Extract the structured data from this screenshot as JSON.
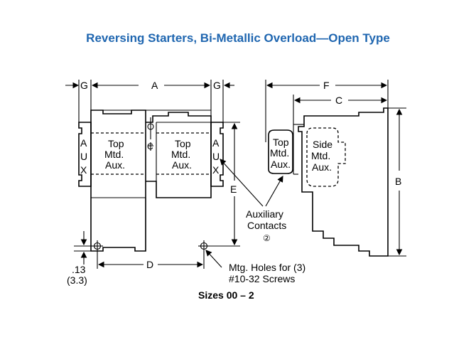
{
  "title": "Reversing Starters, Bi-Metallic Overload—Open Type",
  "dimensions": {
    "G": "G",
    "A": "A",
    "F": "F",
    "C": "C",
    "B": "B",
    "E": "E",
    "D": "D"
  },
  "aux_letters": [
    "A",
    "U",
    "X"
  ],
  "centerline_symbol": "C",
  "top_aux_label": [
    "Top",
    "Mtd.",
    "Aux."
  ],
  "side_aux_label": [
    "Side",
    "Mtd.",
    "Aux."
  ],
  "auxiliary_contacts": [
    "Auxiliary",
    "Contacts"
  ],
  "note_ref": "②",
  "clearance": [
    ".13",
    "(3.3)"
  ],
  "mounting": [
    "Mtg. Holes for (3)",
    "#10-32 Screws"
  ],
  "caption": "Sizes 00 – 2"
}
